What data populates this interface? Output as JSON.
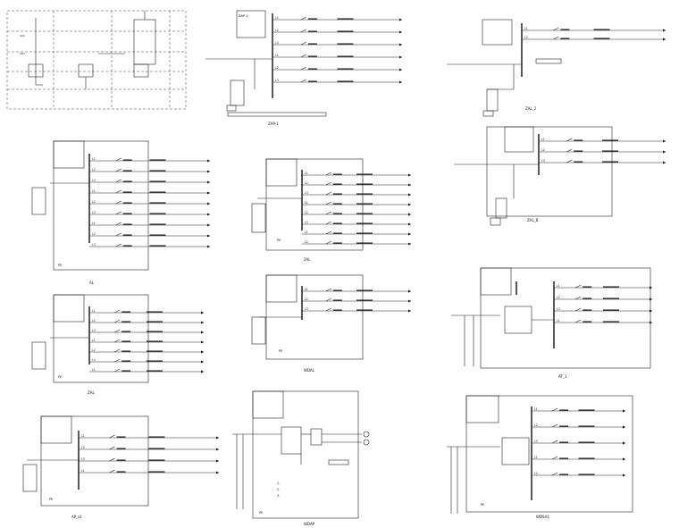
{
  "panels": [
    {
      "id": "riser",
      "caption": "",
      "title_box": [],
      "feeder": "",
      "breaker": "",
      "circuits": [],
      "notes": []
    },
    {
      "id": "zap1",
      "caption": "ZAP-1",
      "title_box": [
        "ZAP-1"
      ],
      "feeder": "",
      "breaker": "",
      "circuits": [
        {
          "label": "L1",
          "breaker": "",
          "cable": "",
          "load": ""
        },
        {
          "label": "L2",
          "breaker": "",
          "cable": "",
          "load": ""
        },
        {
          "label": "L3",
          "breaker": "",
          "cable": "",
          "load": ""
        },
        {
          "label": "L1",
          "breaker": "",
          "cable": "",
          "load": ""
        },
        {
          "label": "L2",
          "breaker": "",
          "cable": "",
          "load": ""
        },
        {
          "label": "L3",
          "breaker": "",
          "cable": "",
          "load": ""
        }
      ],
      "notes": []
    },
    {
      "id": "zal2",
      "caption": "ZAL_2",
      "title_box": [],
      "feeder": "",
      "breaker": "",
      "circuits": [
        {
          "label": "L1",
          "breaker": "",
          "cable": "",
          "load": ""
        },
        {
          "label": "L2",
          "breaker": "",
          "cable": "",
          "load": ""
        }
      ],
      "notes": []
    },
    {
      "id": "zalb",
      "caption": "ZAL_B",
      "title_box": [],
      "feeder": "",
      "breaker": "",
      "circuits": [
        {
          "label": "L1",
          "breaker": "",
          "cable": "",
          "load": ""
        },
        {
          "label": "L2",
          "breaker": "",
          "cable": "",
          "load": ""
        },
        {
          "label": "L3",
          "breaker": "",
          "cable": "",
          "load": ""
        }
      ],
      "notes": []
    },
    {
      "id": "al",
      "caption": "AL",
      "title_box": [],
      "feeder": "",
      "breaker": "",
      "circuits": [
        {
          "label": "L1",
          "breaker": "",
          "cable": "",
          "load": ""
        },
        {
          "label": "L2",
          "breaker": "",
          "cable": "",
          "load": ""
        },
        {
          "label": "L3",
          "breaker": "",
          "cable": "",
          "load": ""
        },
        {
          "label": "L1",
          "breaker": "",
          "cable": "",
          "load": ""
        },
        {
          "label": "L2",
          "breaker": "",
          "cable": "",
          "load": ""
        },
        {
          "label": "L3",
          "breaker": "",
          "cable": "",
          "load": ""
        },
        {
          "label": "L1",
          "breaker": "",
          "cable": "",
          "load": ""
        },
        {
          "label": "L2",
          "breaker": "",
          "cable": "",
          "load": ""
        },
        {
          "label": "L3",
          "breaker": "",
          "cable": "",
          "load": ""
        }
      ],
      "notes": []
    },
    {
      "id": "2al",
      "caption": "2AL",
      "title_box": [],
      "feeder": "",
      "breaker": "",
      "circuits": [
        {
          "label": "L1",
          "breaker": "",
          "cable": "",
          "load": ""
        },
        {
          "label": "L2",
          "breaker": "",
          "cable": "",
          "load": ""
        },
        {
          "label": "L3",
          "breaker": "",
          "cable": "",
          "load": ""
        },
        {
          "label": "L1",
          "breaker": "",
          "cable": "",
          "load": ""
        },
        {
          "label": "L2",
          "breaker": "",
          "cable": "",
          "load": ""
        },
        {
          "label": "L3",
          "breaker": "",
          "cable": "",
          "load": ""
        },
        {
          "label": "L1",
          "breaker": "",
          "cable": "",
          "load": ""
        },
        {
          "label": "L2",
          "breaker": "",
          "cable": "",
          "load": ""
        }
      ],
      "notes": []
    },
    {
      "id": "2al_b",
      "caption": "ZAL",
      "title_box": [],
      "feeder": "",
      "breaker": "",
      "circuits": [
        {
          "label": "L1",
          "breaker": "",
          "cable": "",
          "load": ""
        },
        {
          "label": "L2",
          "breaker": "",
          "cable": "",
          "load": ""
        },
        {
          "label": "L3",
          "breaker": "",
          "cable": "",
          "load": ""
        },
        {
          "label": "L1",
          "breaker": "",
          "cable": "",
          "load": ""
        },
        {
          "label": "L2",
          "breaker": "",
          "cable": "",
          "load": ""
        },
        {
          "label": "L3",
          "breaker": "",
          "cable": "",
          "load": ""
        },
        {
          "label": "L1",
          "breaker": "",
          "cable": "",
          "load": ""
        }
      ],
      "notes": []
    },
    {
      "id": "wdal",
      "caption": "WDAL",
      "title_box": [],
      "feeder": "",
      "breaker": "",
      "circuits": [
        {
          "label": "L1",
          "breaker": "",
          "cable": "",
          "load": ""
        },
        {
          "label": "L2",
          "breaker": "",
          "cable": "",
          "load": ""
        },
        {
          "label": "L3",
          "breaker": "",
          "cable": "",
          "load": ""
        }
      ],
      "notes": []
    },
    {
      "id": "at1",
      "caption": "AT_1",
      "title_box": [],
      "feeder": "",
      "breaker": "",
      "circuits": [
        {
          "label": "L1",
          "breaker": "",
          "cable": "",
          "load": ""
        },
        {
          "label": "L2",
          "breaker": "",
          "cable": "",
          "load": ""
        },
        {
          "label": "L3",
          "breaker": "",
          "cable": "",
          "load": ""
        },
        {
          "label": "L1",
          "breaker": "",
          "cable": "",
          "load": ""
        }
      ],
      "notes": []
    },
    {
      "id": "ap1",
      "caption": "AP_s1",
      "title_box": [],
      "feeder": "",
      "breaker": "",
      "circuits": [
        {
          "label": "L1",
          "breaker": "",
          "cable": "",
          "load": ""
        },
        {
          "label": "L2",
          "breaker": "",
          "cable": "",
          "load": ""
        },
        {
          "label": "L3",
          "breaker": "",
          "cable": "",
          "load": ""
        },
        {
          "label": "L1",
          "breaker": "",
          "cable": "",
          "load": ""
        }
      ],
      "notes": []
    },
    {
      "id": "wdap",
      "caption": "WDAP",
      "title_box": [],
      "feeder": "",
      "breaker": "",
      "circuits": [],
      "notes": [
        "1.",
        "2.",
        "3."
      ]
    },
    {
      "id": "wdsa1",
      "caption": "WDSA1",
      "title_box": [],
      "feeder": "",
      "breaker": "",
      "circuits": [
        {
          "label": "L1",
          "breaker": "",
          "cable": "",
          "load": ""
        },
        {
          "label": "L2",
          "breaker": "",
          "cable": "",
          "load": ""
        },
        {
          "label": "L3",
          "breaker": "",
          "cable": "",
          "load": ""
        },
        {
          "label": "L1",
          "breaker": "",
          "cable": "",
          "load": ""
        },
        {
          "label": "L2",
          "breaker": "",
          "cable": "",
          "load": ""
        }
      ],
      "notes": []
    }
  ]
}
